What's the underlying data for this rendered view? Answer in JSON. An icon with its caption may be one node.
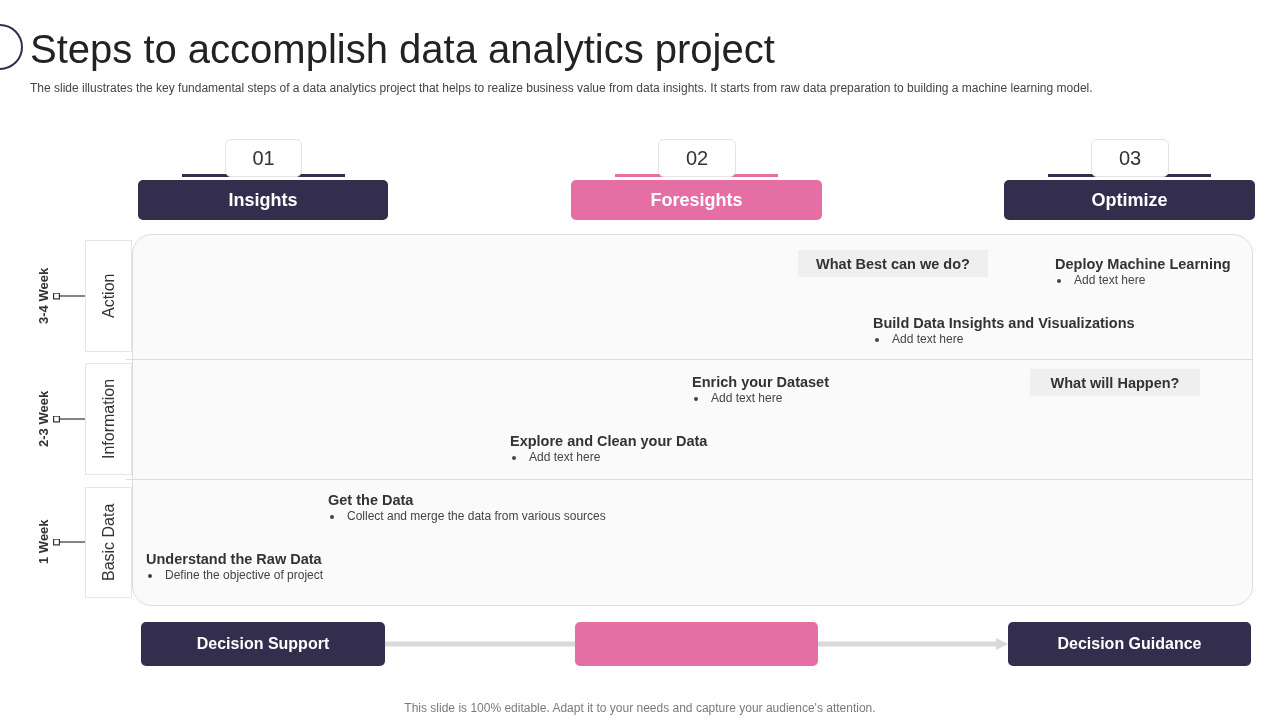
{
  "diagram": {
    "title": "Steps to accomplish data analytics project",
    "caption": "This slide is 100% editable. Adapt it to your needs and capture your audience's attention.",
    "nodes": [
      {
        "text": [
          "01"
        ]
      },
      {
        "text": [
          "02"
        ]
      },
      {
        "text": [
          "03"
        ]
      },
      {
        "text": [
          "Insights"
        ]
      },
      {
        "text": [
          "Foresights"
        ]
      },
      {
        "text": [
          "Optimize"
        ]
      },
      {
        "text": [
          "3-4 Week"
        ]
      },
      {
        "text": [
          "Action"
        ]
      },
      {
        "text": [
          "What Best can we do?"
        ]
      },
      {
        "text": [
          "2-3 Week"
        ]
      },
      {
        "text": [
          "Information"
        ]
      },
      {
        "text": [
          "What will Happen?"
        ]
      },
      {
        "text": [
          "1 Week"
        ]
      },
      {
        "text": [
          "Basic Data"
        ]
      },
      {
        "text": [
          "Decision Support"
        ]
      },
      {
        "text": [],
        "shape": "box"
      },
      {
        "text": [
          "Decision Guidance"
        ]
      }
    ],
    "edges": [
      {
        "from": 6,
        "to": 7,
        "arrow": "other"
      },
      {
        "from": 9,
        "to": 10,
        "arrow": "other"
      },
      {
        "from": 12,
        "to": 13,
        "arrow": "other"
      },
      {
        "from": 14,
        "to": 15,
        "arrow": "none",
        "style": "thick",
        "color": "#d9d9d9"
      },
      {
        "from": 15,
        "to": 16,
        "arrow": "to",
        "style": "thick",
        "color": "#d9d9d9"
      }
    ],
    "labels": [
      "The slide illustrates the key fundamental steps of a data analytics project that helps to realize business value from data insights. It starts from raw data preparation to building a machine learning model.",
      "Deploy Machine Learning",
      "Add text here",
      "Build Data Insights and Visualizations",
      "Add text here",
      "Enrich your Dataset",
      "Add text here",
      "Explore and Clean your Data",
      "Add text here",
      "Get the Data",
      "Collect and merge the data from various sources",
      "Understand the Raw Data",
      "Define the objective of project"
    ]
  }
}
